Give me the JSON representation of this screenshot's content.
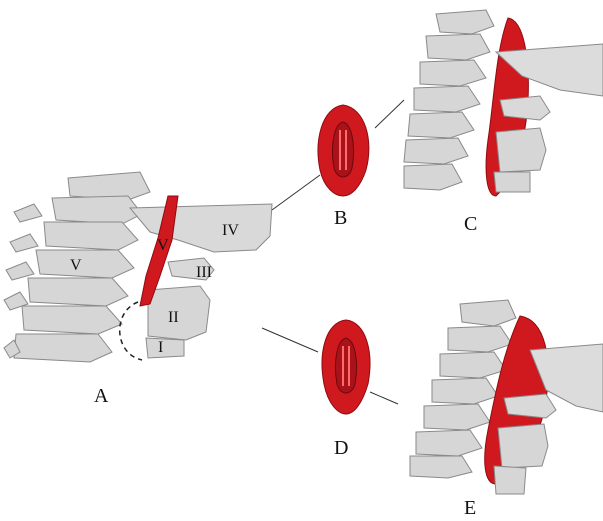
{
  "panel_labels": {
    "a": "A",
    "b": "B",
    "c": "C",
    "d": "D",
    "e": "E"
  },
  "roman_labels": {
    "i": "I",
    "ii": "II",
    "iii": "III",
    "iv": "IV",
    "v_left": "V",
    "v_mid": "V"
  },
  "colors": {
    "bone": "#d9d9d9",
    "bone_shade": "#a8a8a8",
    "bone_dark": "#7d7d7d",
    "vessel": "#d0191f",
    "vessel_dark": "#8e0b10",
    "line": "#333333"
  }
}
